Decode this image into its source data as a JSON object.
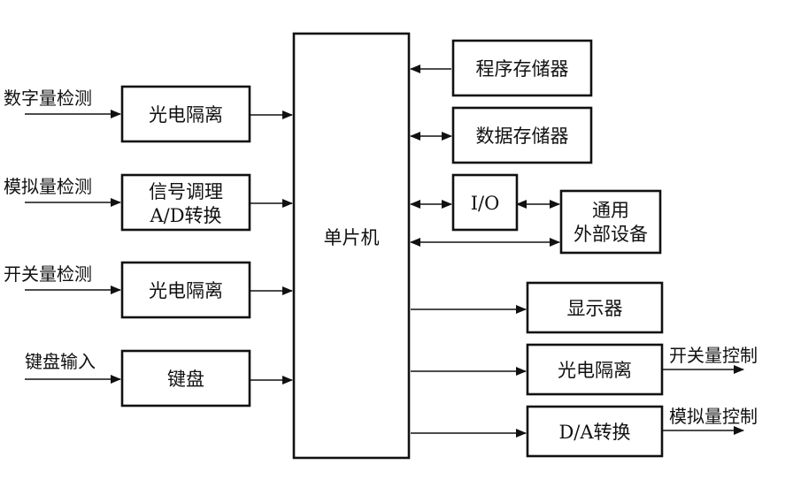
{
  "inputs": {
    "digital": "数字量检测",
    "analog": "模拟量检测",
    "switch": "开关量检测",
    "keyboard": "键盘输入"
  },
  "blocks": {
    "mcu": "单片机",
    "opto_in_1": "光电隔离",
    "signal_cond_line1": "信号调理",
    "signal_cond_line2": "A/D转换",
    "opto_in_2": "光电隔离",
    "keyboard": "键盘",
    "program_memory": "程序存储器",
    "data_memory": "数据存储器",
    "io": "I/O",
    "peripheral_line1": "通用",
    "peripheral_line2": "外部设备",
    "display": "显示器",
    "opto_out": "光电隔离",
    "da": "D/A转换"
  },
  "outputs": {
    "switch_control": "开关量控制",
    "analog_control": "模拟量控制"
  },
  "colors": {
    "line": "#111111",
    "background": "#ffffff"
  }
}
